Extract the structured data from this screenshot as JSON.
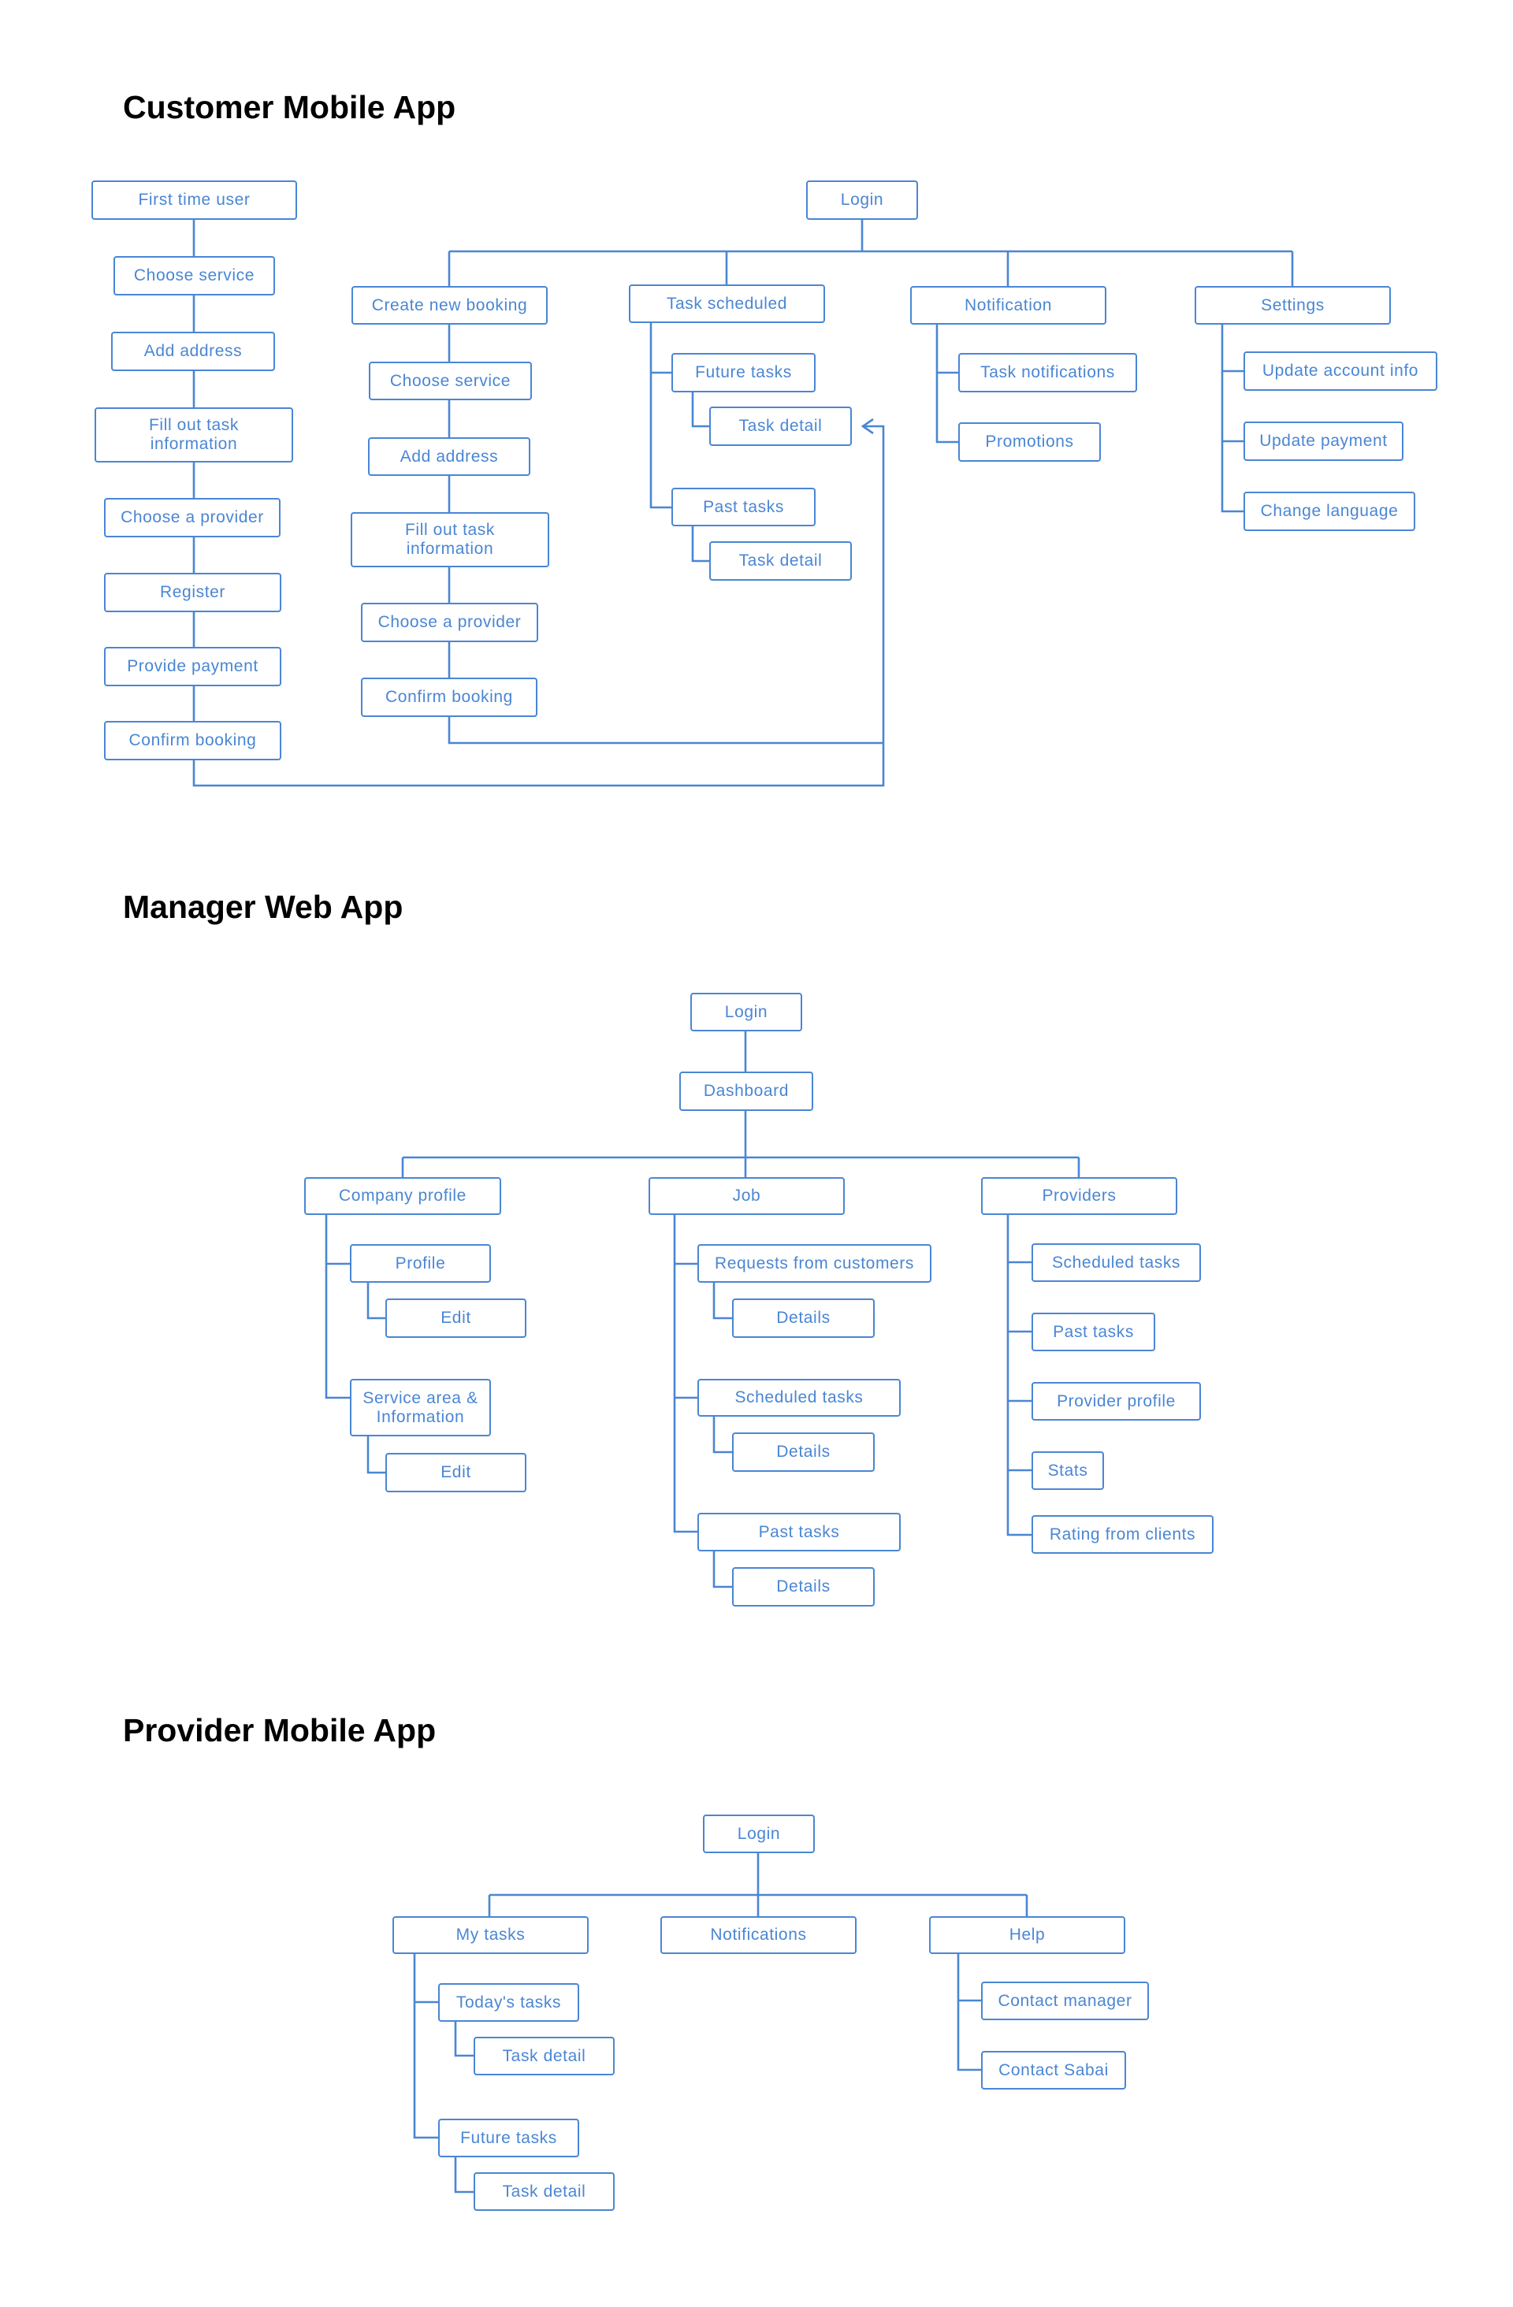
{
  "colors": {
    "line": "#4a86d4",
    "text": "#4a86d4",
    "title": "#000000",
    "background": "#ffffff"
  },
  "sections": [
    {
      "title": "Customer Mobile App",
      "nodes": [
        {
          "id": "c-first",
          "label": "First time user"
        },
        {
          "id": "c-fchoose",
          "label": "Choose service"
        },
        {
          "id": "c-faddr",
          "label": "Add address"
        },
        {
          "id": "c-ffill",
          "label": "Fill out task information"
        },
        {
          "id": "c-fprov",
          "label": "Choose a provider"
        },
        {
          "id": "c-reg",
          "label": "Register"
        },
        {
          "id": "c-pay",
          "label": "Provide payment"
        },
        {
          "id": "c-fconf",
          "label": "Confirm booking"
        },
        {
          "id": "c-login",
          "label": "Login"
        },
        {
          "id": "c-create",
          "label": "Create new booking"
        },
        {
          "id": "c-bchoose",
          "label": "Choose service"
        },
        {
          "id": "c-baddr",
          "label": "Add address"
        },
        {
          "id": "c-bfill",
          "label": "Fill out task information"
        },
        {
          "id": "c-bprov",
          "label": "Choose a provider"
        },
        {
          "id": "c-bconf",
          "label": "Confirm booking"
        },
        {
          "id": "c-sched",
          "label": "Task scheduled"
        },
        {
          "id": "c-future",
          "label": "Future tasks"
        },
        {
          "id": "c-fdetail",
          "label": "Task detail"
        },
        {
          "id": "c-past",
          "label": "Past tasks"
        },
        {
          "id": "c-pdetail",
          "label": "Task detail"
        },
        {
          "id": "c-notif",
          "label": "Notification"
        },
        {
          "id": "c-tnotif",
          "label": "Task notifications"
        },
        {
          "id": "c-promo",
          "label": "Promotions"
        },
        {
          "id": "c-settings",
          "label": "Settings"
        },
        {
          "id": "c-upacct",
          "label": "Update account info"
        },
        {
          "id": "c-uppay",
          "label": "Update payment"
        },
        {
          "id": "c-lang",
          "label": "Change language"
        }
      ]
    },
    {
      "title": "Manager Web App",
      "nodes": [
        {
          "id": "m-login",
          "label": "Login"
        },
        {
          "id": "m-dash",
          "label": "Dashboard"
        },
        {
          "id": "m-company",
          "label": "Company profile"
        },
        {
          "id": "m-profile",
          "label": "Profile"
        },
        {
          "id": "m-pedit",
          "label": "Edit"
        },
        {
          "id": "m-area",
          "label": "Service area & Information"
        },
        {
          "id": "m-aedit",
          "label": "Edit"
        },
        {
          "id": "m-job",
          "label": "Job"
        },
        {
          "id": "m-req",
          "label": "Requests from customers"
        },
        {
          "id": "m-rdet",
          "label": "Details"
        },
        {
          "id": "m-sched",
          "label": "Scheduled tasks"
        },
        {
          "id": "m-sdet",
          "label": "Details"
        },
        {
          "id": "m-past",
          "label": "Past tasks"
        },
        {
          "id": "m-pdet",
          "label": "Details"
        },
        {
          "id": "m-providers",
          "label": "Providers"
        },
        {
          "id": "m-psched",
          "label": "Scheduled tasks"
        },
        {
          "id": "m-ppast",
          "label": "Past tasks"
        },
        {
          "id": "m-pprof",
          "label": "Provider profile"
        },
        {
          "id": "m-stats",
          "label": "Stats"
        },
        {
          "id": "m-rating",
          "label": "Rating from clients"
        }
      ]
    },
    {
      "title": "Provider Mobile App",
      "nodes": [
        {
          "id": "p-login",
          "label": "Login"
        },
        {
          "id": "p-mytasks",
          "label": "My tasks"
        },
        {
          "id": "p-today",
          "label": "Today's tasks"
        },
        {
          "id": "p-tdetail",
          "label": "Task detail"
        },
        {
          "id": "p-future",
          "label": "Future tasks"
        },
        {
          "id": "p-fdetail",
          "label": "Task detail"
        },
        {
          "id": "p-notif",
          "label": "Notifications"
        },
        {
          "id": "p-help",
          "label": "Help"
        },
        {
          "id": "p-contactm",
          "label": "Contact manager"
        },
        {
          "id": "p-contacts",
          "label": "Contact Sabai"
        }
      ]
    }
  ]
}
